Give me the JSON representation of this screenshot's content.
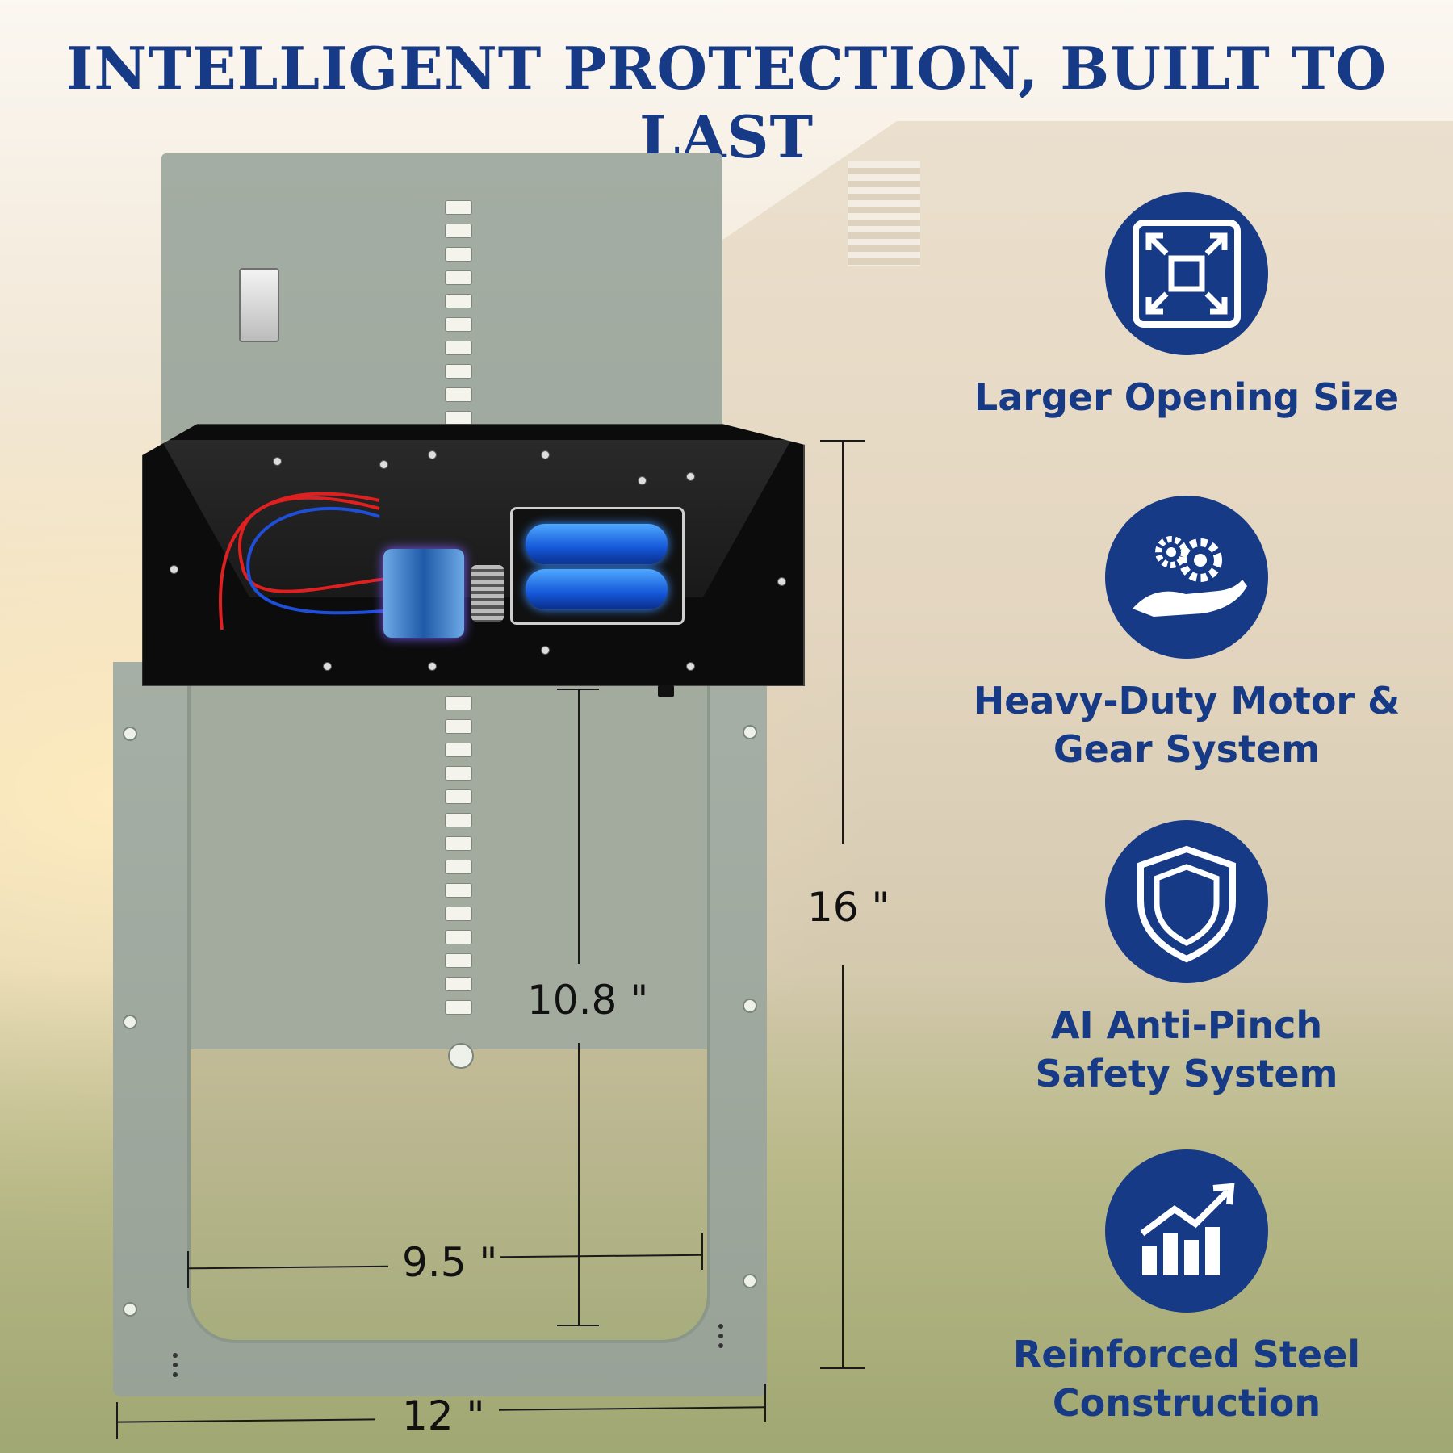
{
  "headline": "INTELLIGENT PROTECTION, BUILT TO LAST",
  "dimensions": {
    "height_total": "16 \"",
    "height_opening": "10.8 \"",
    "width_opening": "9.5 \"",
    "width_total": "12 \""
  },
  "features": [
    {
      "icon": "expand-arrows-icon",
      "label": "Larger Opening  Size"
    },
    {
      "icon": "gears-hand-icon",
      "label": "Heavy-Duty Motor &\nGear System"
    },
    {
      "icon": "shield-icon",
      "label": "AI Anti-Pinch\nSafety System"
    },
    {
      "icon": "growth-chart-icon",
      "label": "Reinforced Steel\nConstruction"
    }
  ],
  "colors": {
    "brand_blue": "#173a86",
    "door_gray": "#a3ab9f",
    "housing_black": "#0c0c0c"
  }
}
